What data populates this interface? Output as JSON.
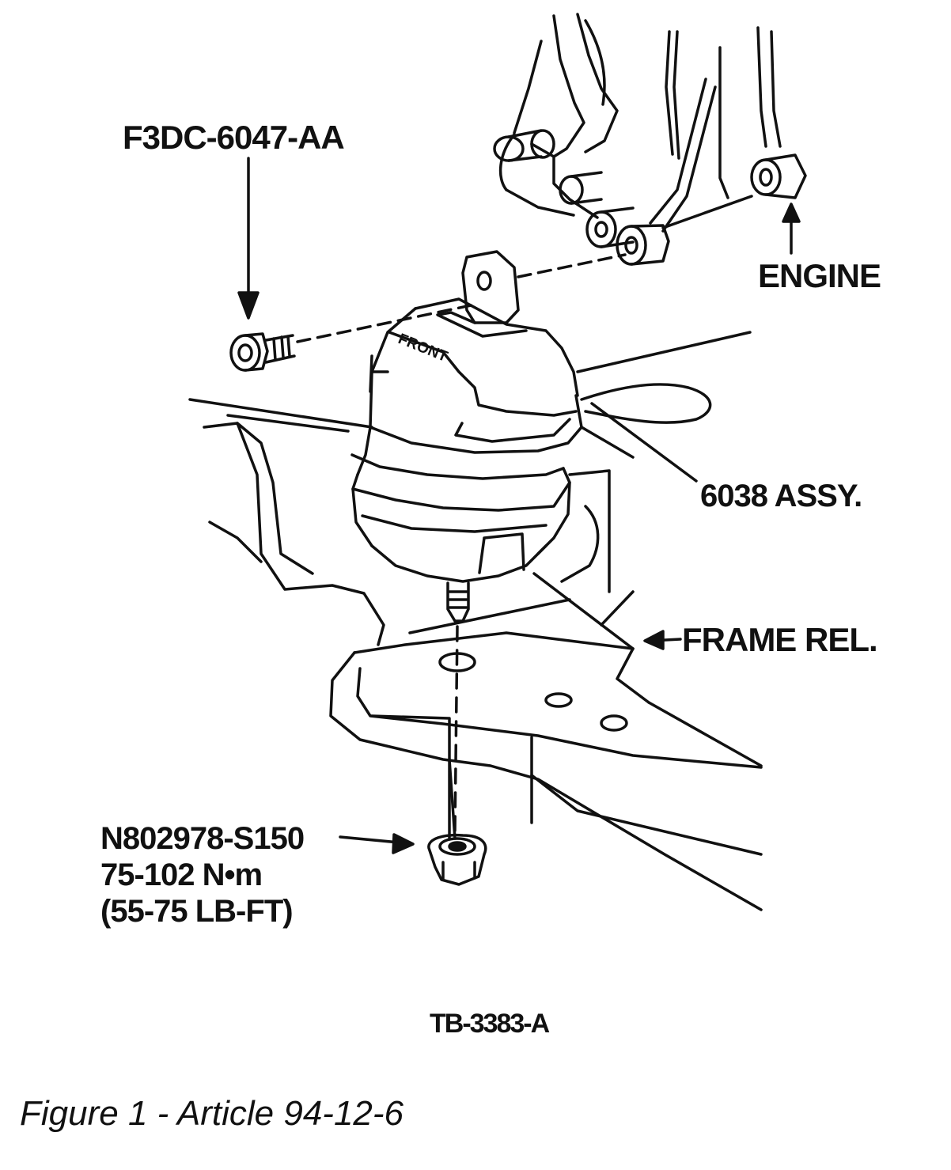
{
  "labels": {
    "bolt_part": "F3DC-6047-AA",
    "engine": "ENGINE",
    "mount_assy": "6038 ASSY.",
    "frame": "FRAME REL.",
    "nut_part": "N802978-S150",
    "torque_nm": "75-102 N•m",
    "torque_lbft": "(55-75 LB-FT)",
    "front_mark": "FRONT",
    "drawing_ref": "TB-3383-A"
  },
  "caption": "Figure 1 - Article 94-12-6",
  "colors": {
    "ink": "#111111",
    "paper": "#ffffff"
  }
}
